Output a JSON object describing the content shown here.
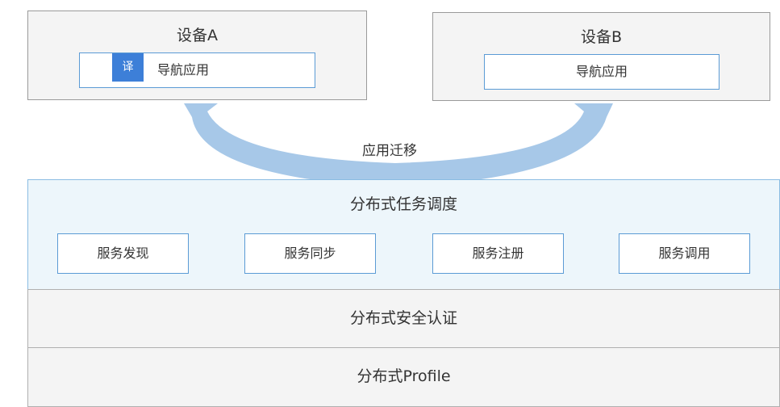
{
  "device_a": {
    "title": "设备A",
    "app_label": "导航应用",
    "translate_badge": "译"
  },
  "device_b": {
    "title": "设备B",
    "app_label": "导航应用"
  },
  "migration": {
    "label": "应用迁移",
    "arrow_color": "#a7c8e8"
  },
  "scheduling": {
    "title": "分布式任务调度",
    "services": [
      {
        "label": "服务发现"
      },
      {
        "label": "服务同步"
      },
      {
        "label": "服务注册"
      },
      {
        "label": "服务调用"
      }
    ]
  },
  "layers": {
    "security": "分布式安全认证",
    "profile": "分布式Profile"
  },
  "colors": {
    "box_border_blue": "#5b9bd5",
    "scheduling_bg": "#edf6fb",
    "device_bg": "#f4f4f4",
    "badge_blue": "#3d7fd8"
  }
}
